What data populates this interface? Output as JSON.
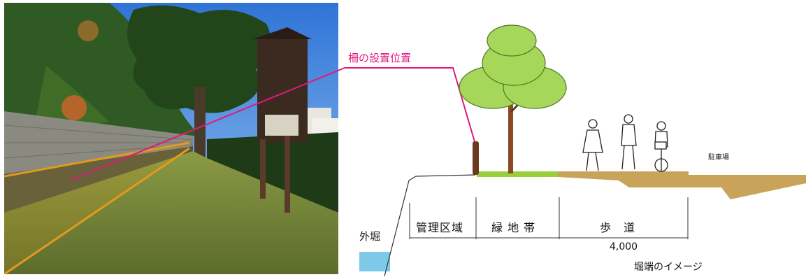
{
  "colors": {
    "callout": "#e0197d",
    "sidewalk": "#c9a35a",
    "green_strip": "#9bcf3a",
    "water": "#7ec9e8",
    "fence_post": "#6b3a1e",
    "tree_foliage": "#a6d75a"
  },
  "callout": {
    "label": "柵の設置位置"
  },
  "diagram": {
    "zones": [
      "管理区域",
      "緑 地 帯",
      "歩　道"
    ],
    "moat_label": "外堀",
    "parking_label": "駐車場",
    "dimension": "4,000",
    "caption": "堀端のイメージ"
  }
}
